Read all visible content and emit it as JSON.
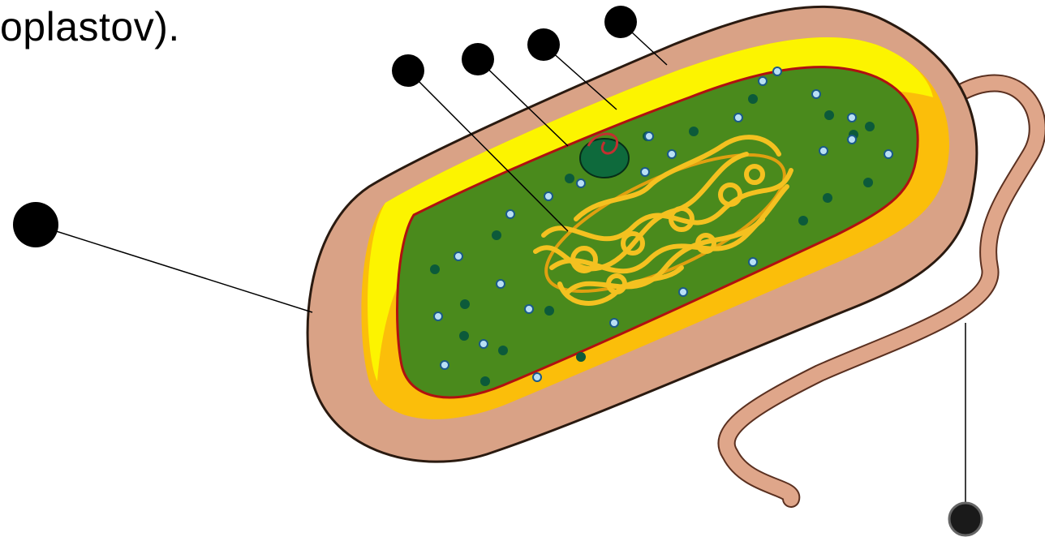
{
  "caption": "oplastov).",
  "label_markers": [
    {
      "id": "nucleoid",
      "label": ""
    },
    {
      "id": "cytoplasm",
      "label": ""
    },
    {
      "id": "cell-membrane",
      "label": ""
    },
    {
      "id": "cell-wall",
      "label": ""
    },
    {
      "id": "capsule",
      "label": ""
    },
    {
      "id": "flagellum",
      "label": ""
    }
  ],
  "colors": {
    "capsule": "#d9a286",
    "cell_wall_yellow": "#fcf400",
    "cell_wall_orange": "#fbbe0a",
    "membrane": "#b01010",
    "cytoplasm": "#4a8a1c",
    "nucleoid": "#f4c120",
    "ribosome_dark": "#0c5a3a",
    "ribosome_light": "#b9e0f5",
    "flagellum": "#dfa68a",
    "marker": "#000000"
  }
}
